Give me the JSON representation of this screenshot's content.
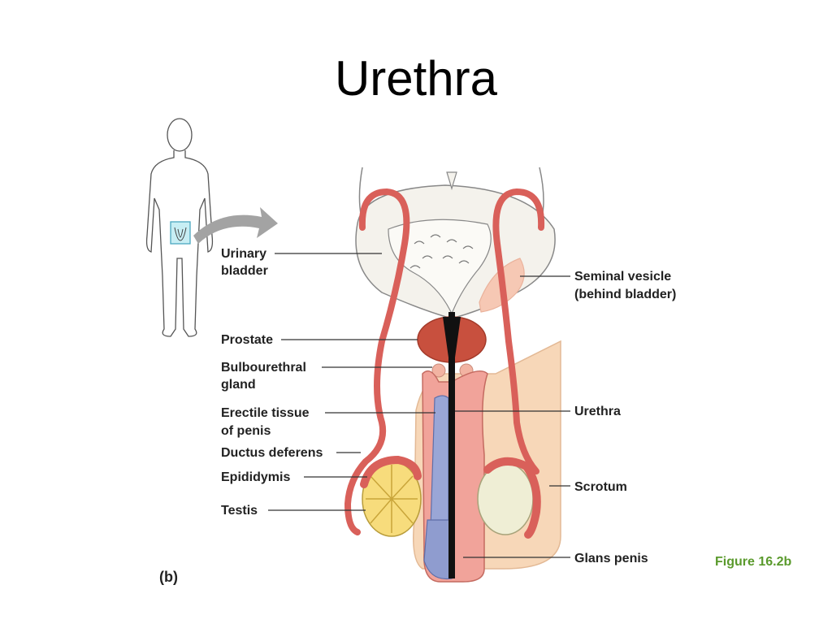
{
  "slide": {
    "title": "Urethra"
  },
  "figure": {
    "panel_letter": "(b)",
    "caption": "Figure 16.2b",
    "labels": {
      "urinary_bladder_1": "Urinary",
      "urinary_bladder_2": "bladder",
      "prostate": "Prostate",
      "bulbourethral_1": "Bulbourethral",
      "bulbourethral_2": "gland",
      "erectile_1": "Erectile tissue",
      "erectile_2": "of penis",
      "ductus_deferens": "Ductus deferens",
      "epididymis": "Epididymis",
      "testis": "Testis",
      "seminal_vesicle_1": "Seminal vesicle",
      "seminal_vesicle_2": "(behind bladder)",
      "urethra": "Urethra",
      "scrotum": "Scrotum",
      "glans_penis": "Glans penis"
    },
    "colors": {
      "ductus": "#d9605a",
      "bladder_fill": "#f4f2ec",
      "prostate": "#c8503e",
      "skin": "#f7d7b8",
      "testis_left": "#f7dc7c",
      "testis_right": "#efeed5",
      "erectile": "#9aa6d6",
      "caption": "#5a9a2c"
    }
  }
}
